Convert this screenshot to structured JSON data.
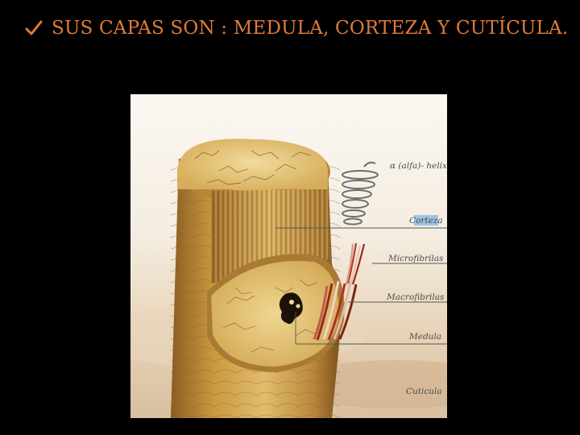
{
  "slide": {
    "title": "SUS CAPAS SON : MEDULA, CORTEZA Y CUTÍCULA.",
    "bullet_icon": "checkmark-icon",
    "accent_color": "#E07B39",
    "background_color": "#000000"
  },
  "figure": {
    "labels": {
      "helix": "α (alfa)- helix",
      "cortex": "Corteza",
      "microfibrils": "Microfibrilas",
      "macrofibrils": "Macrofibrilas",
      "medulla": "Medula",
      "cuticle": "Cuticula"
    },
    "highlight_color": "#9fc3e6"
  }
}
